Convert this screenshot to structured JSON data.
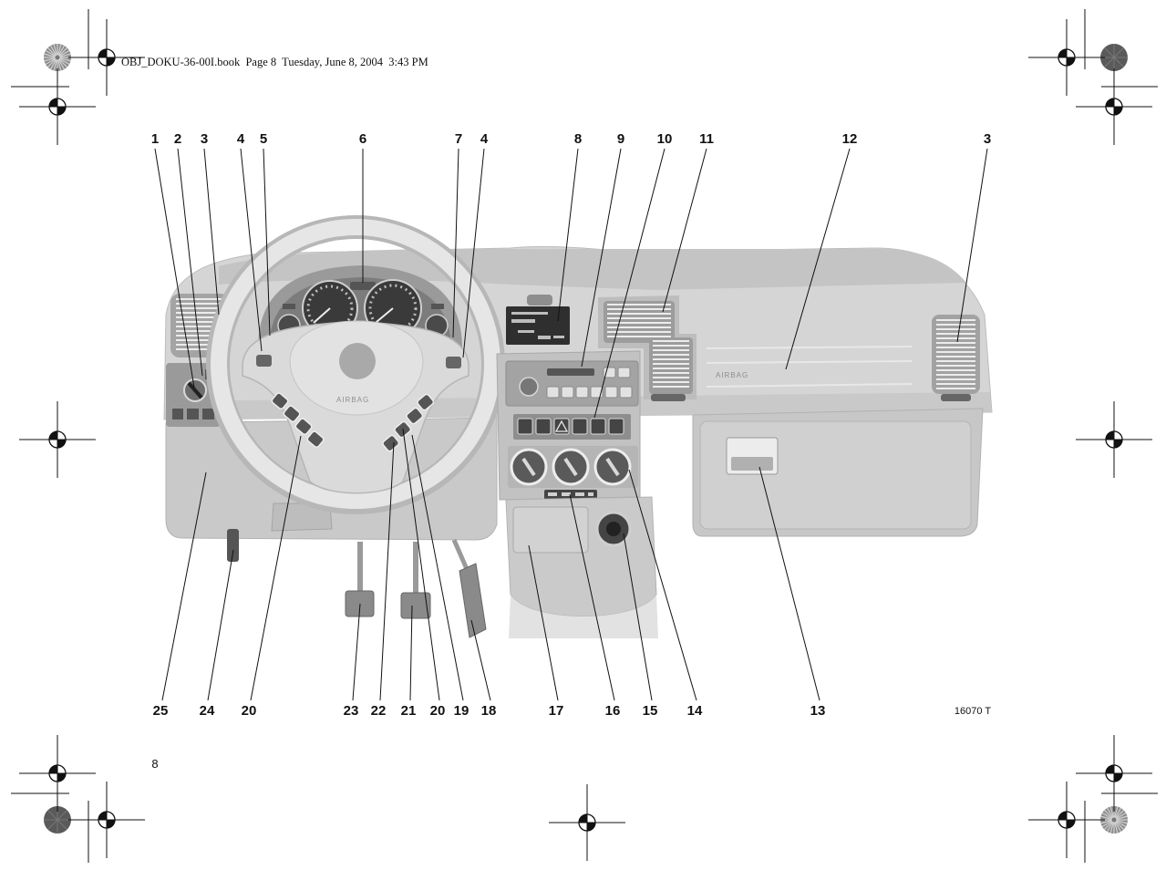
{
  "header": {
    "file_info": "OBJ_DOKU-36-00I.book  Page 8  Tuesday, June 8, 2004  3:43 PM"
  },
  "callouts": {
    "top": [
      "1",
      "2",
      "3",
      "4",
      "5",
      "6",
      "7",
      "4",
      "8",
      "9",
      "10",
      "11",
      "12",
      "3"
    ],
    "bottom": [
      "25",
      "24",
      "20",
      "23",
      "22",
      "21",
      "20",
      "19",
      "18",
      "17",
      "16",
      "15",
      "14",
      "13"
    ]
  },
  "dashboard": {
    "steering_wheel_airbag_label": "AIRBAG",
    "passenger_airbag_label": "AIRBAG"
  },
  "figure_number": "16070 T",
  "page_number": "8"
}
